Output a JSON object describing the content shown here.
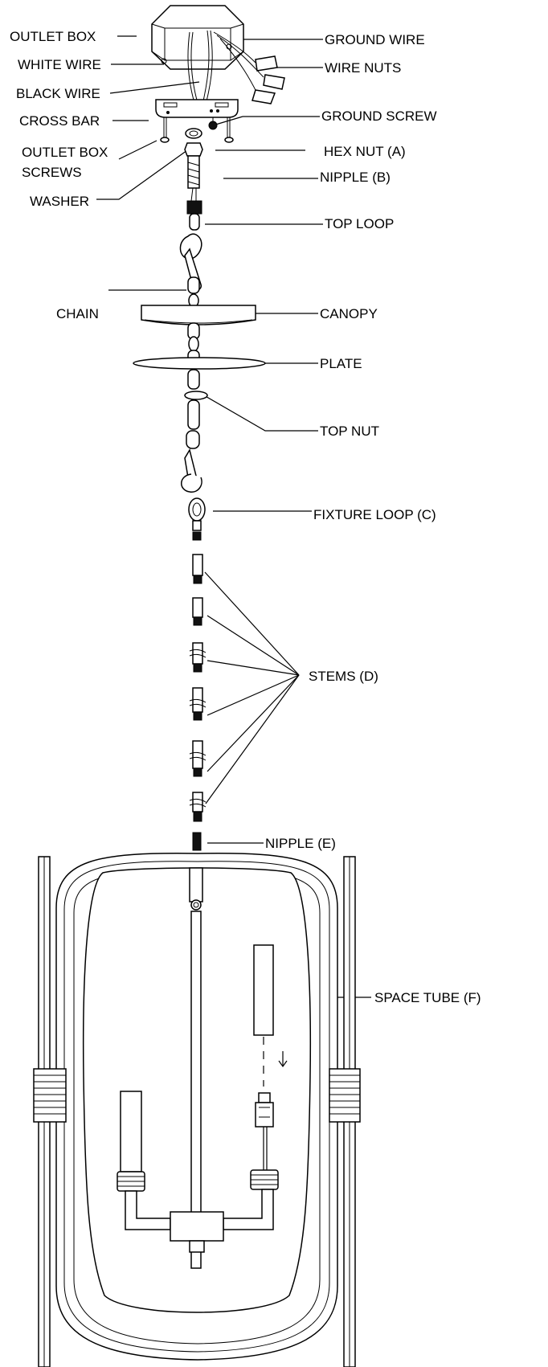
{
  "labels": {
    "outlet_box": "OUTLET BOX",
    "white_wire": "WHITE WIRE",
    "black_wire": "BLACK WIRE",
    "cross_bar": "CROSS BAR",
    "outlet_box_screws_1": "OUTLET BOX",
    "outlet_box_screws_2": "SCREWS",
    "washer": "WASHER",
    "chain": "CHAIN",
    "ground_wire": "GROUND WIRE",
    "wire_nuts": "WIRE NUTS",
    "ground_screw": "GROUND SCREW",
    "hex_nut": "HEX NUT (A)",
    "nipple_b": "NIPPLE (B)",
    "top_loop": "TOP LOOP",
    "canopy": "CANOPY",
    "plate": "PLATE",
    "top_nut": "TOP NUT",
    "fixture_loop": "FIXTURE LOOP (C)",
    "stems": "STEMS (D)",
    "nipple_e": "NIPPLE (E)",
    "space_tube": "SPACE TUBE (F)"
  },
  "colors": {
    "line": "#000000",
    "background": "#ffffff"
  }
}
